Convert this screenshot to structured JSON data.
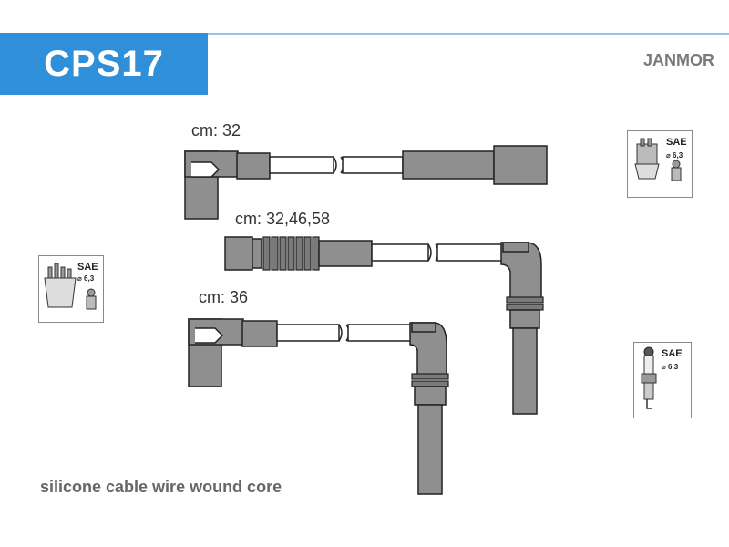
{
  "header": {
    "code": "CPS17",
    "brand": "JANMOR",
    "accent_color": "#2f8fd8"
  },
  "cables": [
    {
      "label": "cm: 32"
    },
    {
      "label": "cm: 32,46,58"
    },
    {
      "label": "cm: 36"
    }
  ],
  "terminals": {
    "distributor_right": {
      "standard": "SAE",
      "diameter": "⌀ 6,3",
      "icon": "distributor-cap-icon"
    },
    "distributor_left": {
      "standard": "SAE",
      "diameter": "⌀ 6,3",
      "icon": "distributor-cap-icon"
    },
    "spark_plug": {
      "standard": "SAE",
      "diameter": "⌀ 6,3",
      "icon": "spark-plug-icon"
    }
  },
  "footer": {
    "note": "silicone cable wire wound core"
  }
}
